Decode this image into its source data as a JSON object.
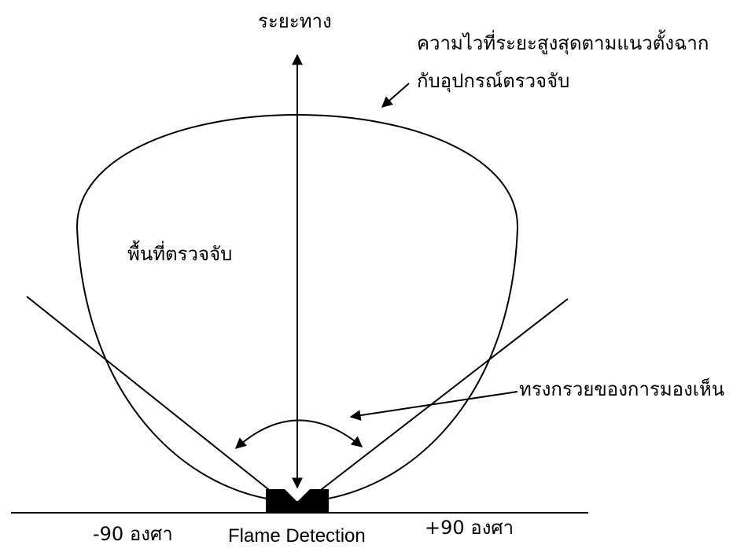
{
  "labels": {
    "distance_axis": "ระยะทาง",
    "max_sensitivity_line1": "ความไวที่ระยะสูงสุดตามแนวตั้งฉาก",
    "max_sensitivity_line2": "กับอุปกรณ์ตรวจจับ",
    "detection_area": "พื้นที่ตรวจจับ",
    "cone_of_vision": "ทรงกรวยของการมองเห็น",
    "angle_minus": "-90 องศา",
    "angle_plus": "+90 องศา",
    "device": "Flame Detection"
  },
  "colors": {
    "line": "#000000",
    "background": "#ffffff"
  }
}
